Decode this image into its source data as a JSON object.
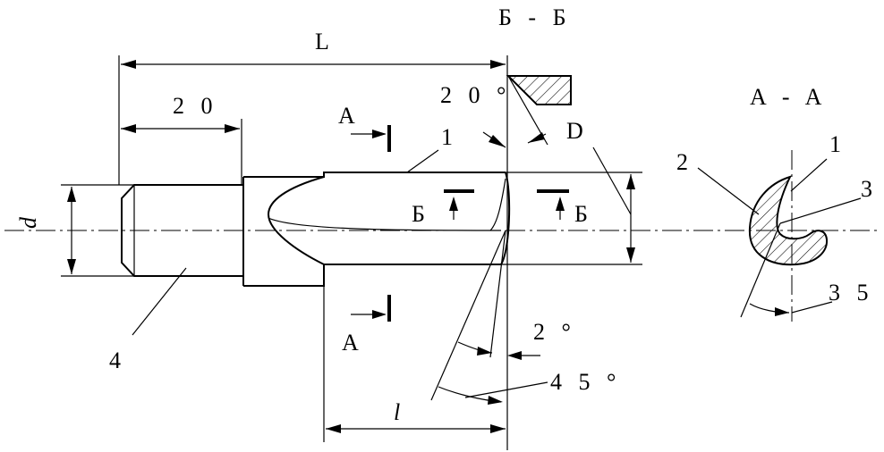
{
  "labels": {
    "length_total": "L",
    "shank_length": "2 0",
    "diameter": "d",
    "cut_length": "l",
    "section_a": "A",
    "section_b": "Б",
    "view_bb_title": "Б  - Б",
    "view_aa_title": "A   - A",
    "callout_1": "1",
    "callout_2": "2",
    "callout_3": "3",
    "callout_4": "4",
    "callout_d": "D",
    "angle_20": "2 0 °",
    "angle_2": "2 °",
    "angle_45": "4 5 °",
    "angle_35": "3 5 °"
  }
}
